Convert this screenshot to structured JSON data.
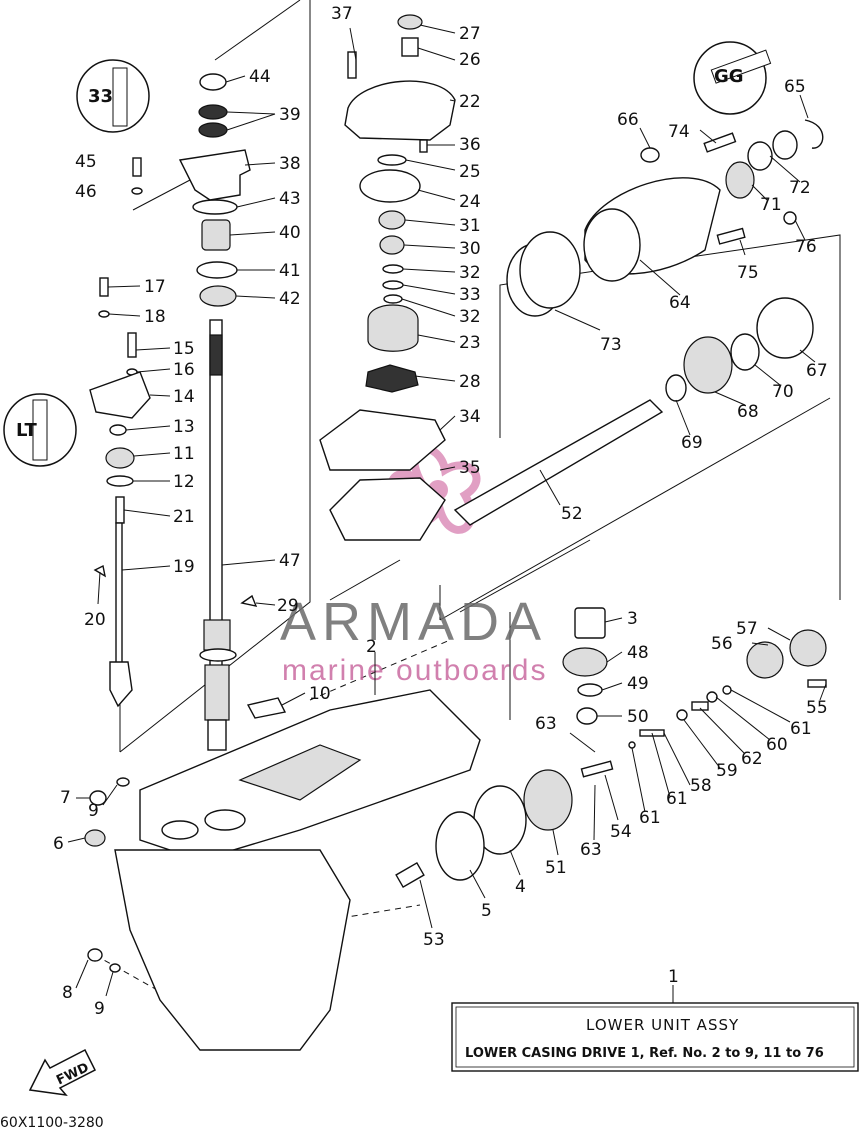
{
  "callouts": [
    "37",
    "27",
    "26",
    "22",
    "36",
    "25",
    "24",
    "31",
    "30",
    "32",
    "33",
    "32",
    "23",
    "28",
    "34",
    "35",
    "44",
    "39",
    "38",
    "43",
    "40",
    "41",
    "42",
    "45",
    "46",
    "17",
    "18",
    "15",
    "16",
    "14",
    "13",
    "11",
    "12",
    "21",
    "19",
    "20",
    "47",
    "29",
    "10",
    "2",
    "7",
    "9",
    "6",
    "8",
    "9",
    "66",
    "74",
    "65",
    "72",
    "71",
    "76",
    "75",
    "64",
    "73",
    "67",
    "70",
    "68",
    "69",
    "52",
    "3",
    "48",
    "49",
    "50",
    "57",
    "56",
    "55",
    "61",
    "60",
    "62",
    "59",
    "58",
    "61",
    "63",
    "63",
    "54",
    "51",
    "4",
    "5",
    "53",
    "1"
  ],
  "badges": {
    "top_left": "33",
    "mid_left": "LT",
    "top_right": "GG"
  },
  "watermark": {
    "name": "ARMADA",
    "sub": "marine outboards"
  },
  "legend": {
    "title": "LOWER UNIT  ASSY",
    "subtitle": "LOWER CASING DRIVE 1, Ref. No. 2 to 9, 11 to 76"
  },
  "fwd_label": "FWD",
  "diagram_code": "60X1100-3280"
}
